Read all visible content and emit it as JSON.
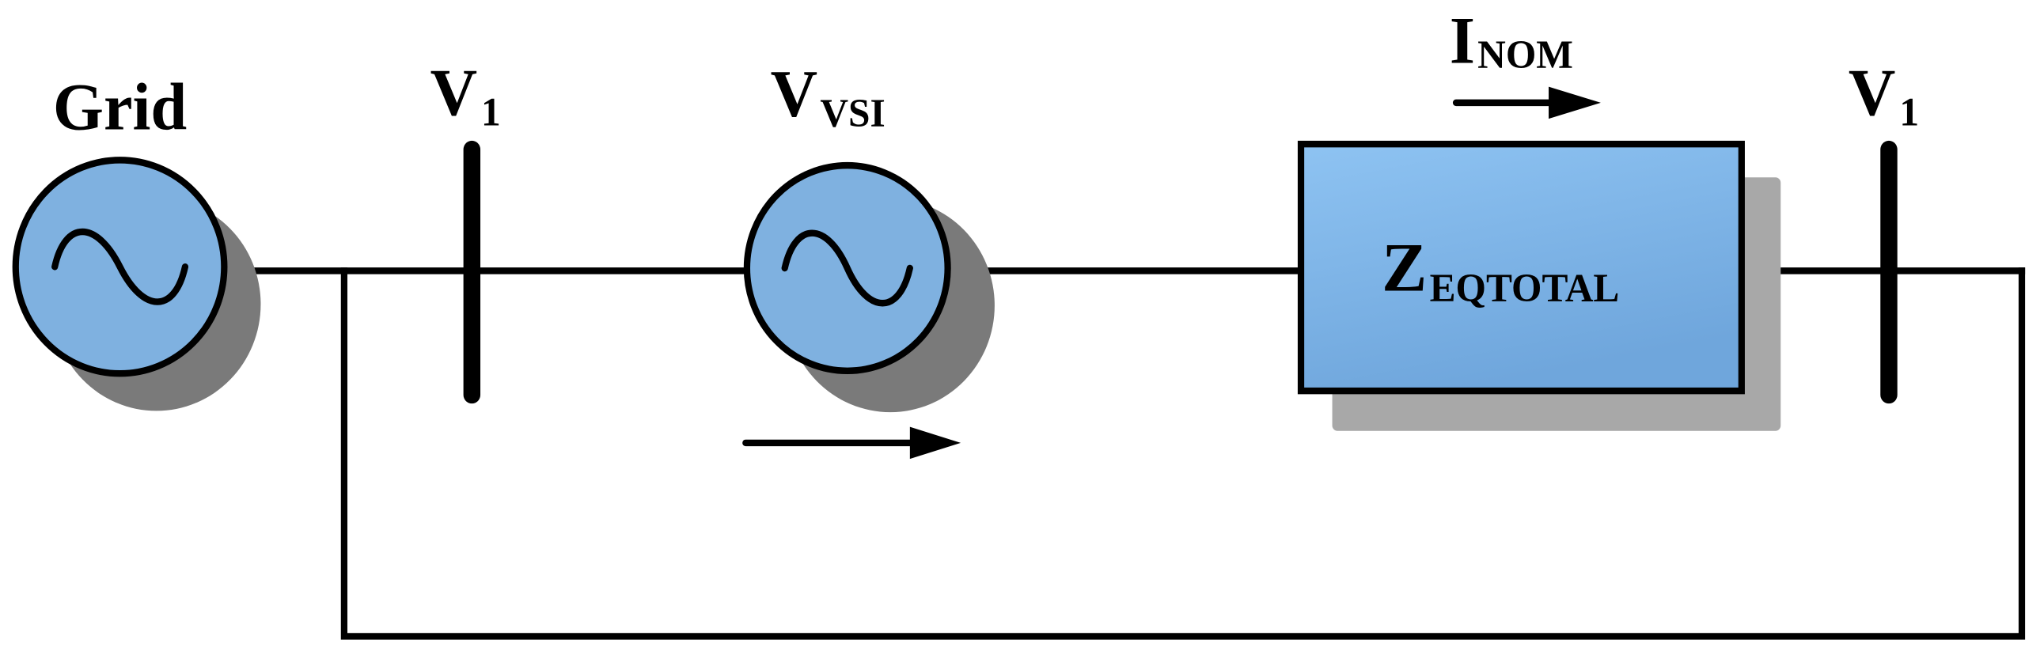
{
  "labels": {
    "grid": "Grid",
    "bus_left": {
      "main": "V",
      "sub": "1"
    },
    "vsi": {
      "main": "V",
      "sub": "VSI"
    },
    "current": {
      "main": "I",
      "sub": "NOM"
    },
    "bus_right": {
      "main": "V",
      "sub": "1"
    },
    "impedance": {
      "main": "Z",
      "sub": "EQTOTAL"
    }
  },
  "symbols": {
    "source_symbol": "sine-wave-icon",
    "arrow_symbol": "right-arrow-icon"
  },
  "colors": {
    "source_fill": "#7fb1e0",
    "impedance_fill_top": "#8ec3f2",
    "impedance_fill_bottom": "#6fa6dc",
    "shadow_dark": "#7a7a7a",
    "shadow_light": "#a8a8a8",
    "line": "#000000"
  }
}
